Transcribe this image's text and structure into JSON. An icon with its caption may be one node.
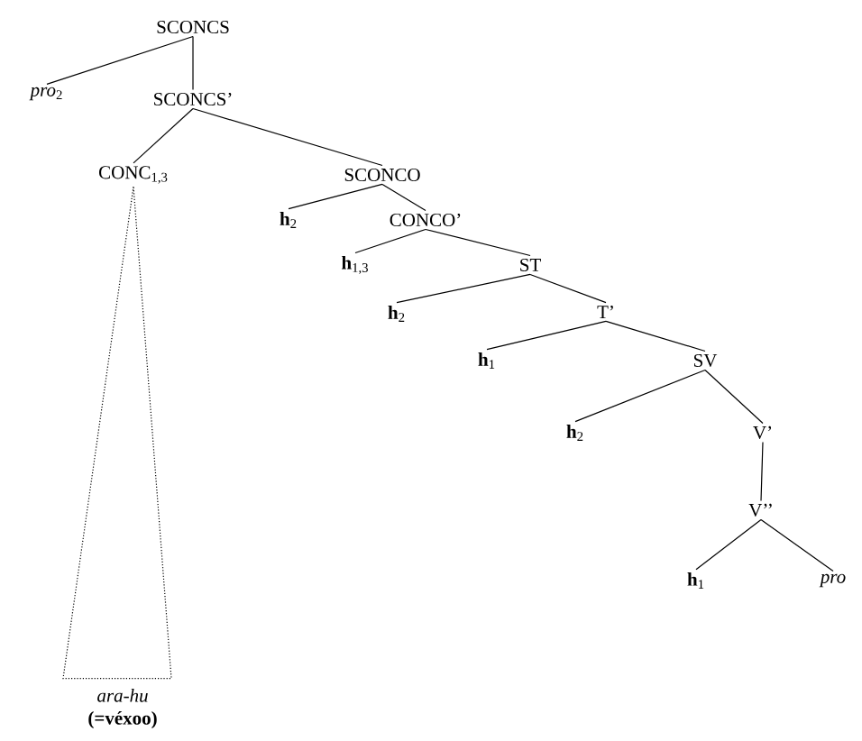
{
  "diagram": {
    "nodes": [
      {
        "text": [
          "SCONCS"
        ]
      },
      {
        "text": [
          "*pro*$_{2}$"
        ]
      },
      {
        "text": [
          "SCONCS’"
        ]
      },
      {
        "text": [
          "CONC$_{1,3}$"
        ]
      },
      {
        "text": [
          "SCONCO"
        ]
      },
      {
        "text": [
          "**h**$_{2}$"
        ]
      },
      {
        "text": [
          "CONCO’"
        ]
      },
      {
        "text": [
          "**h**$_{1,3}$"
        ]
      },
      {
        "text": [
          "ST"
        ]
      },
      {
        "text": [
          "**h**$_{2}$"
        ]
      },
      {
        "text": [
          "T’"
        ]
      },
      {
        "text": [
          "**h**$_{1}$"
        ]
      },
      {
        "text": [
          "SV"
        ]
      },
      {
        "text": [
          "**h**$_{2}$"
        ]
      },
      {
        "text": [
          "V’"
        ]
      },
      {
        "text": [
          "V’’"
        ]
      },
      {
        "text": [
          "**h**$_{1}$"
        ]
      },
      {
        "text": [
          "pro"
        ]
      },
      {
        "text": [
          "ara-hu",
          "(=véxoo)"
        ]
      }
    ],
    "edges": [
      {
        "from": 0,
        "to": 1,
        "arrow": "none"
      },
      {
        "from": 0,
        "to": 2,
        "arrow": "none"
      },
      {
        "from": 2,
        "to": 3,
        "arrow": "none"
      },
      {
        "from": 2,
        "to": 4,
        "arrow": "none"
      },
      {
        "from": 4,
        "to": 5,
        "arrow": "none"
      },
      {
        "from": 4,
        "to": 6,
        "arrow": "none"
      },
      {
        "from": 6,
        "to": 7,
        "arrow": "none"
      },
      {
        "from": 6,
        "to": 8,
        "arrow": "none"
      },
      {
        "from": 8,
        "to": 9,
        "arrow": "none"
      },
      {
        "from": 8,
        "to": 10,
        "arrow": "none"
      },
      {
        "from": 10,
        "to": 11,
        "arrow": "none"
      },
      {
        "from": 10,
        "to": 12,
        "arrow": "none"
      },
      {
        "from": 12,
        "to": 13,
        "arrow": "none"
      },
      {
        "from": 12,
        "to": 14,
        "arrow": "none"
      },
      {
        "from": 14,
        "to": 15,
        "arrow": "none"
      },
      {
        "from": 15,
        "to": 16,
        "arrow": "none"
      },
      {
        "from": 15,
        "to": 17,
        "arrow": "none"
      },
      {
        "from": 3,
        "to": 18,
        "arrow": "none",
        "style": "dashed"
      }
    ]
  }
}
